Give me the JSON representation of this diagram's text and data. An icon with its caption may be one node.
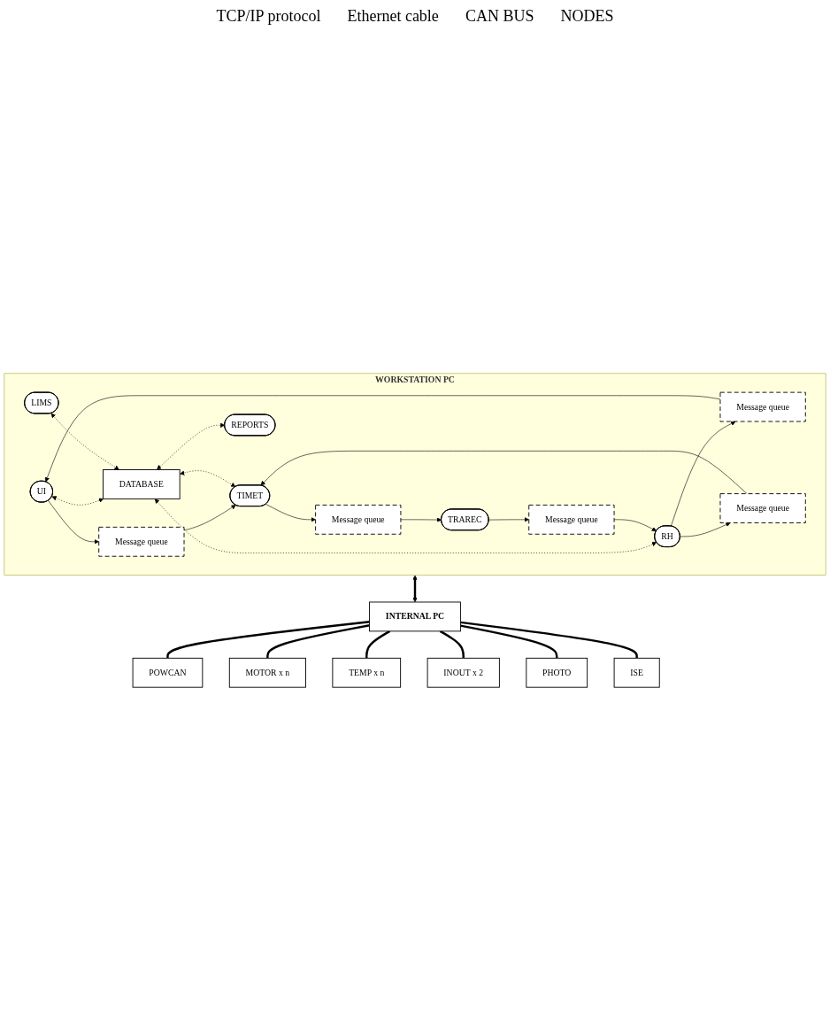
{
  "diagram": {
    "nodes": [
      {
        "text": [
          "WORKSTATION PC"
        ]
      },
      {
        "text": [
          "UI"
        ],
        "in": 0
      },
      {
        "text": [
          "REPORTS"
        ],
        "in": 0
      },
      {
        "text": [
          "LIMS"
        ],
        "in": 0
      },
      {
        "text": [
          "Message queue"
        ],
        "in": 0
      },
      {
        "text": [
          "DATABASE"
        ],
        "in": 0
      },
      {
        "text": [
          "Message queue"
        ],
        "in": 0
      },
      {
        "text": [
          "TIMET"
        ],
        "in": 0
      },
      {
        "text": [
          "Message queue"
        ],
        "in": 0
      },
      {
        "text": [
          "RH"
        ],
        "in": 0
      },
      {
        "text": [
          "Message queue"
        ],
        "in": 0
      },
      {
        "text": [
          "Message queue"
        ],
        "in": 0
      },
      {
        "text": [
          "TRAREC"
        ],
        "in": 0
      },
      {
        "text": [
          "INTERNAL PC"
        ]
      },
      {
        "text": [
          "POWCAN"
        ]
      },
      {
        "text": [
          "MOTOR x n"
        ]
      },
      {
        "text": [
          "TEMP x n"
        ]
      },
      {
        "text": [
          "INOUT x 2"
        ]
      },
      {
        "text": [
          "PHOTO"
        ]
      },
      {
        "text": [
          "ISE"
        ]
      }
    ],
    "edges": [
      {
        "from": 1,
        "to": 4,
        "arrow": "to"
      },
      {
        "from": 4,
        "to": 7,
        "arrow": "to"
      },
      {
        "from": 5,
        "to": 2,
        "arrow": "both",
        "style": "dashed"
      },
      {
        "from": 1,
        "to": 5,
        "arrow": "both",
        "style": "dashed"
      },
      {
        "from": 3,
        "to": 5,
        "arrow": "both",
        "style": "dashed"
      },
      {
        "from": 6,
        "to": 1,
        "arrow": "to"
      },
      {
        "from": 9,
        "to": 6,
        "arrow": "to"
      },
      {
        "from": 5,
        "to": 7,
        "arrow": "both",
        "style": "dashed"
      },
      {
        "from": 5,
        "to": 9,
        "arrow": "both",
        "style": "dashed"
      },
      {
        "from": 9,
        "to": 8,
        "arrow": "to"
      },
      {
        "from": 8,
        "to": 7,
        "arrow": "to"
      },
      {
        "from": 7,
        "to": 10,
        "arrow": "to"
      },
      {
        "from": 10,
        "to": 12,
        "arrow": "to"
      },
      {
        "from": 12,
        "to": 11,
        "arrow": "to"
      },
      {
        "from": 11,
        "to": 9,
        "arrow": "to"
      },
      {
        "from": 0,
        "to": 13,
        "arrow": "both",
        "style": "thick"
      },
      {
        "from": 13,
        "to": 14,
        "arrow": "none",
        "style": "thick"
      },
      {
        "from": 13,
        "to": 15,
        "arrow": "none",
        "style": "thick"
      },
      {
        "from": 13,
        "to": 16,
        "arrow": "none",
        "style": "thick"
      },
      {
        "from": 13,
        "to": 17,
        "arrow": "none",
        "style": "thick"
      },
      {
        "from": 13,
        "to": 18,
        "arrow": "none",
        "style": "thick"
      },
      {
        "from": 13,
        "to": 19,
        "arrow": "none",
        "style": "thick"
      }
    ],
    "labels": [
      "TCP/IP protocol",
      "Ethernet cable",
      "CAN BUS",
      "NODES"
    ]
  }
}
